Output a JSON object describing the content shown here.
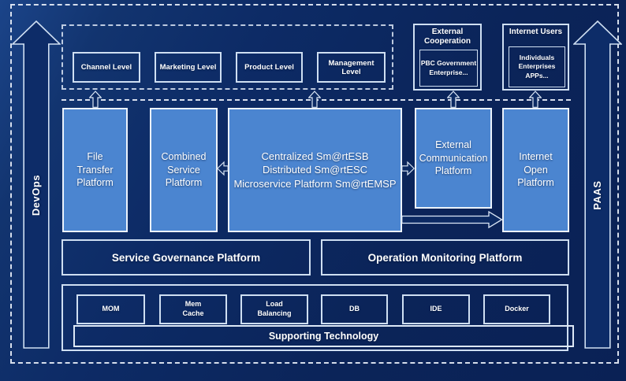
{
  "rails": {
    "left_label": "DevOps",
    "right_label": "PAAS"
  },
  "levels": {
    "items": [
      "Channel Level",
      "Marketing Level",
      "Product Level",
      "Management Level"
    ]
  },
  "external_cooperation": {
    "title": "External\nCooperation",
    "members": "PBC Government\nEnterprise..."
  },
  "internet_users": {
    "title": "Internet Users",
    "members": "Individuals\nEnterprises\nAPPs..."
  },
  "platforms": {
    "file_transfer": "File\nTransfer\nPlatform",
    "combined_service": "Combined\nService\nPlatform",
    "central_esb": "Centralized Sm@rtESB\nDistributed Sm@rtESC\nMicroservice Platform Sm@rtEMSP",
    "external_communication": "External\nCommunication\nPlatform",
    "internet_open": "Internet\nOpen\nPlatform"
  },
  "management_row": {
    "service_governance": "Service Governance Platform",
    "operation_monitoring": "Operation Monitoring Platform"
  },
  "supporting": {
    "technologies": [
      "MOM",
      "Mem\nCache",
      "Load\nBalancing",
      "DB",
      "IDE",
      "Docker"
    ],
    "bar_label": "Supporting Technology"
  },
  "colors": {
    "background": "#0c2a64",
    "platform_blue": "#4b85d0",
    "border_light": "#ecf3fc",
    "border_soft": "#cfdff2",
    "text": "#ffffff"
  }
}
